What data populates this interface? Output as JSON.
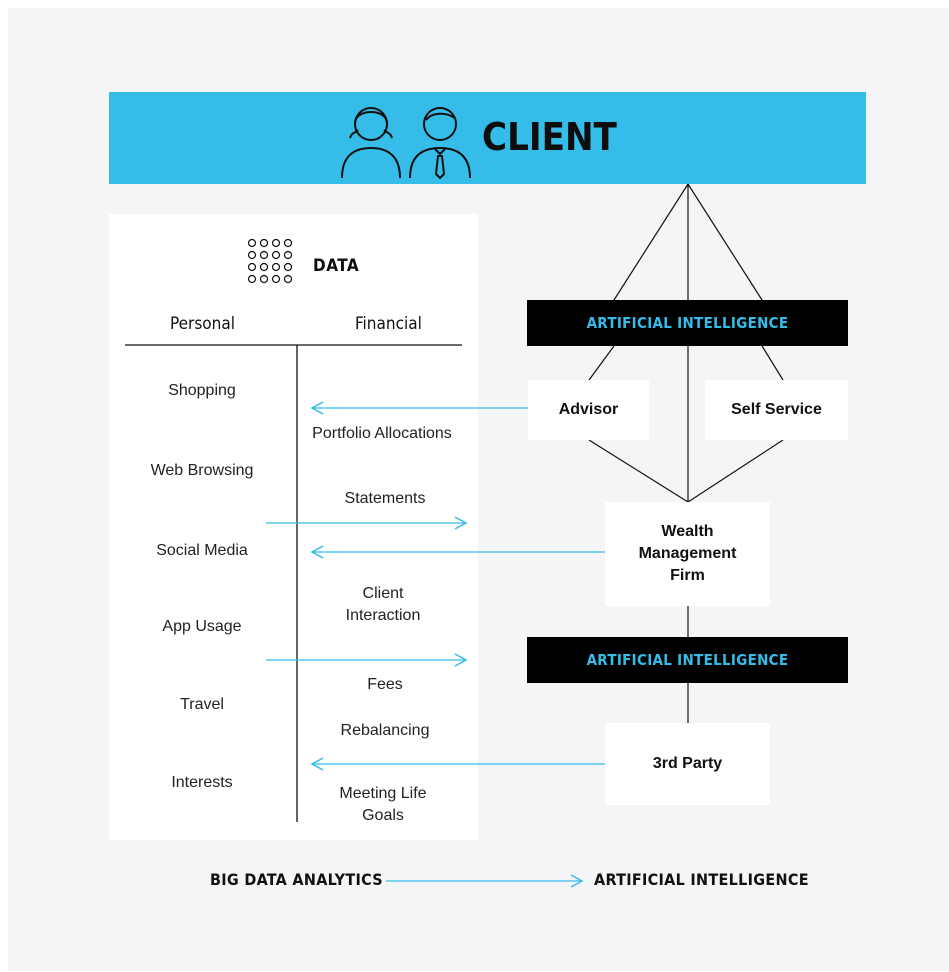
{
  "client": {
    "title": "CLIENT",
    "icon": "people-icon"
  },
  "data_panel": {
    "title": "DATA",
    "icon": "dot-grid-icon",
    "columns": {
      "personal": "Personal",
      "financial": "Financial"
    },
    "personal_items": [
      "Shopping",
      "Web Browsing",
      "Social Media",
      "App Usage",
      "Travel",
      "Interests"
    ],
    "financial_items": [
      "Portfolio Allocations",
      "Statements",
      "Client Interaction",
      "Fees",
      "Rebalancing",
      "Meeting Life Goals"
    ]
  },
  "ai_label_top": "ARTIFICIAL INTELLIGENCE",
  "ai_label_middle": "ARTIFICIAL INTELLIGENCE",
  "boxes": {
    "advisor": "Advisor",
    "self_service": "Self Service",
    "wealth_firm": "Wealth Management Firm",
    "third_party": "3rd Party"
  },
  "footer": {
    "left": "BIG DATA ANALYTICS",
    "right": "ARTIFICIAL INTELLIGENCE"
  },
  "colors": {
    "accent": "#35bce9",
    "black": "#000000",
    "panel_bg": "#f4f5f7",
    "arrow": "#35bce9"
  }
}
